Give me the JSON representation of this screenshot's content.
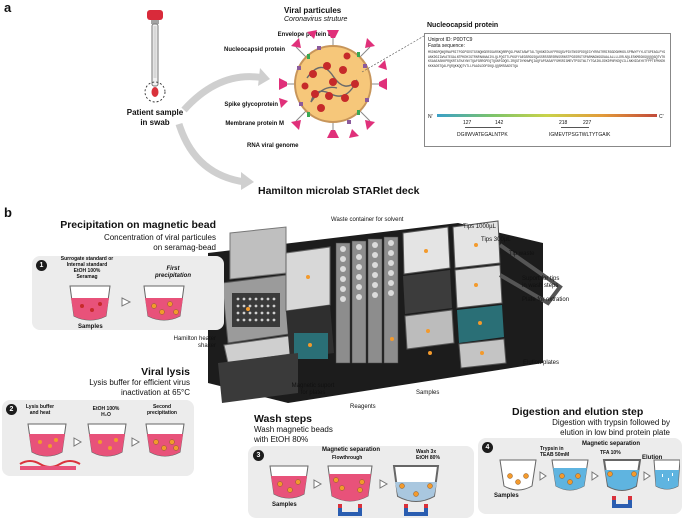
{
  "panel_a": {
    "letter": "a",
    "patient_sample": "Patient sample\nin swab",
    "viral_particles": "Viral particules",
    "coronavirus_structure": "Coronavirus struture",
    "envelope_protein": "Envelope protein E",
    "nucleocapsid_label": "Nucleocapsid protein",
    "spike": "Spike glycoprotein",
    "membrane": "Membrane protein M",
    "rna": "RNA viral genome",
    "deck_title": "Hamilton microlab STARlet deck",
    "inset": {
      "title": "Nucleocapsid protein",
      "uniprot": "Uniprot ID: P0DTC9",
      "fasta": "Fasta sequence:",
      "sequence": "MSDNGPQNQRNAPRITFGGPSDSTGSNQNGERSGARSKQRRPQGLPNNTASWFTALTQHGKEDLKFPRGQGVPINTNSSPDDQIGYYRRATRRIRGGDGKMKDLSPRWYFYYLGTGPEAGLPYGANKDGIIWVATEGALNTPKDHIGTRNPANNAAIVLQLPQGTTLPKGFYAEGSRGGSQASSRSSSRSRNSSRNSTPGSSRGTSPARMAGNGGDAALALLLLDRLNQLESKMSGKGQQQQGQTVTKKSAAEASKKPRQKRTATKAYNVTQAFGRRGPEQTQGNFGDQELIRQGTDYKHWPQIAQFAPSASAFFGMSRIGMEVTPSGTWLTYTGAIKLDDKDPNFKDQVILLNKHIDAYKTFPPTEPKKDKKKKADETQALPQRQKKQQTVTLLPAADLDDFSKQLQQSMSSADSTQA",
      "n_label": "N'",
      "c_label": "C'",
      "tick1": "127",
      "tick2": "142",
      "tick3": "218",
      "tick4": "227",
      "peptide1": "DGIIWVATEGALNTPK",
      "peptide2": "IGMEVTPSGTWLTYTGAIK"
    }
  },
  "panel_b": {
    "letter": "b",
    "waste_container": "Waste container for solvent",
    "tips_1000": "Tips 1000µL",
    "tips_300": "Tips 300µL",
    "tip_waste": "Tip waste",
    "suport_tips": "Suport for tips\nin wash steps",
    "plate_extraction": "Plate for extration",
    "hamilton_heater": "Hamilton heater\nshaker",
    "magnetic_suport": "Magnetic suport\nfor plates",
    "reagents": "Reagents",
    "samples_deck": "Samples",
    "elution_plates": "Elution plates"
  },
  "step1": {
    "number": "1",
    "title": "Precipitation on magnetic bead",
    "subtitle": "Concentration of viral particules\non seramag-bead",
    "reagent": "Surrogate standard or\nInternal standard\nEtOH 100%\nSeramag",
    "first_precip": "First\nprecipitation",
    "samples": "Samples"
  },
  "step2": {
    "number": "2",
    "title": "Viral lysis",
    "subtitle": "Lysis buffer for efficient virus\ninactivation at 65°C",
    "lysis": "Lysis buffer\nand heat",
    "etoh": "EtOH 100%\nH₂O",
    "second": "Second\nprecipitation"
  },
  "step3": {
    "number": "3",
    "title": "Wash steps",
    "subtitle": "Wash magnetic beads\nwith EtOH 80%",
    "magsep": "Magnetic separation",
    "flowthrough": "Flowthrough",
    "wash": "Wash 3x\nEtOH 80%",
    "samples": "Samples"
  },
  "step4": {
    "number": "4",
    "title": "Digestion and elution step",
    "subtitle": "Digestion with trypsin followed by\nelution in low bind protein plate",
    "trypsin": "Trypsin in\nTEAB 50mM",
    "magsep": "Magnetic separation",
    "tfa": "TFA 10%",
    "elution": "Elution",
    "samples": "Samples"
  },
  "colors": {
    "virus_body": "#f6c77a",
    "spike": "#e0307a",
    "rna": "#c62a2a",
    "step_box": "#ececec",
    "deck_dark": "#2b2b2b",
    "teal": "#2a6f76",
    "liquid_pink": "#e8527a",
    "liquid_blue": "#5fb4e0",
    "orange_dot": "#f39a2c"
  }
}
